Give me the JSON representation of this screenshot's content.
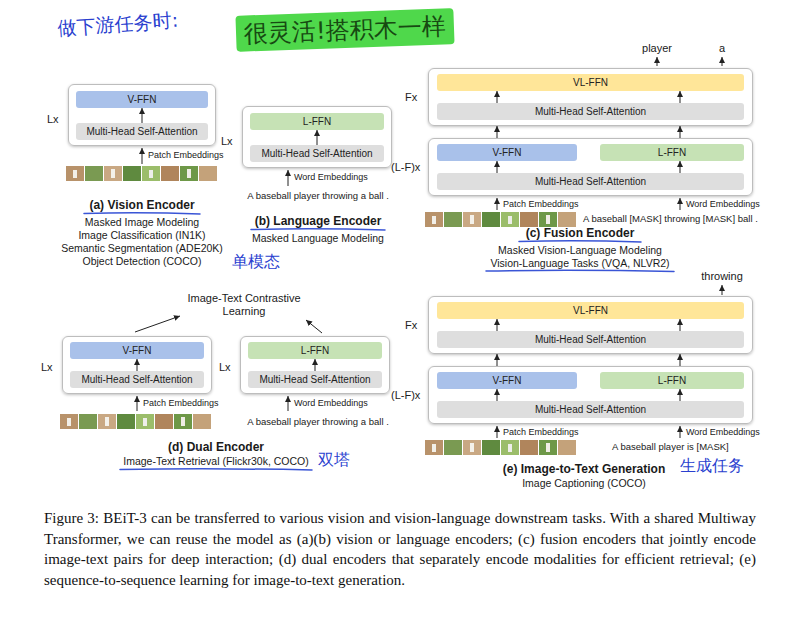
{
  "diagram": {
    "caption": "Figure 3: BEiT-3 can be transferred to various vision and vision-language downstream tasks. With a shared Multiway Transformer, we can reuse the model as (a)(b) vision or language encoders; (c) fusion encoders that jointly encode image-text pairs for deep interaction; (d) dual encoders that separately encode modalities for efficient retrieval; (e) sequence-to-sequence learning for image-to-text generation.",
    "nodes": [
      {
        "text": [
          "Lx"
        ]
      },
      {
        "text": [
          "V-FFN"
        ],
        "in": 0
      },
      {
        "text": [
          "Multi-Head Self-Attention"
        ],
        "in": 0
      },
      {
        "text": [
          "Lx"
        ]
      },
      {
        "text": [
          "L-FFN"
        ],
        "in": 3
      },
      {
        "text": [
          "Multi-Head Self-Attention"
        ],
        "in": 3
      },
      {
        "text": [
          "Fx"
        ]
      },
      {
        "text": [
          "VL-FFN"
        ],
        "in": 6
      },
      {
        "text": [
          "Multi-Head Self-Attention"
        ],
        "in": 6
      },
      {
        "text": [
          "(L-F)x"
        ]
      },
      {
        "text": [
          "V-FFN"
        ],
        "in": 9
      },
      {
        "text": [
          "L-FFN"
        ],
        "in": 9
      },
      {
        "text": [
          "Multi-Head Self-Attention"
        ],
        "in": 9
      },
      {
        "text": [
          "Lx"
        ]
      },
      {
        "text": [
          "V-FFN"
        ],
        "in": 13
      },
      {
        "text": [
          "Multi-Head Self-Attention"
        ],
        "in": 13
      },
      {
        "text": [
          "Lx"
        ]
      },
      {
        "text": [
          "L-FFN"
        ],
        "in": 16
      },
      {
        "text": [
          "Multi-Head Self-Attention"
        ],
        "in": 16
      },
      {
        "text": [
          "Fx"
        ]
      },
      {
        "text": [
          "VL-FFN"
        ],
        "in": 19
      },
      {
        "text": [
          "Multi-Head Self-Attention"
        ],
        "in": 19
      },
      {
        "text": [
          "(L-F)x"
        ]
      },
      {
        "text": [
          "V-FFN"
        ],
        "in": 22
      },
      {
        "text": [
          "L-FFN"
        ],
        "in": 22
      },
      {
        "text": [
          "Multi-Head Self-Attention"
        ],
        "in": 22
      }
    ],
    "edges": [
      {
        "from": 2,
        "to": 1,
        "arrow": "to"
      },
      {
        "from": 5,
        "to": 4,
        "arrow": "to"
      },
      {
        "from": 8,
        "to": 7,
        "arrow": "to"
      },
      {
        "from": 8,
        "to": 7,
        "arrow": "to"
      },
      {
        "from": 9,
        "to": 6,
        "arrow": "to"
      },
      {
        "from": 9,
        "to": 6,
        "arrow": "to"
      },
      {
        "from": 12,
        "to": 10,
        "arrow": "to"
      },
      {
        "from": 12,
        "to": 11,
        "arrow": "to"
      },
      {
        "from": 15,
        "to": 14,
        "arrow": "to"
      },
      {
        "from": 18,
        "to": 17,
        "arrow": "to"
      },
      {
        "from": 21,
        "to": 20,
        "arrow": "to"
      },
      {
        "from": 21,
        "to": 20,
        "arrow": "to"
      },
      {
        "from": 22,
        "to": 19,
        "arrow": "to"
      },
      {
        "from": 22,
        "to": 19,
        "arrow": "to"
      },
      {
        "from": 25,
        "to": 23,
        "arrow": "to"
      },
      {
        "from": 25,
        "to": 24,
        "arrow": "to"
      }
    ],
    "labels": [
      "做下游任务时:",
      "很灵活!搭积木一样",
      "player",
      "a",
      "Patch Embeddings",
      "(a) Vision Encoder",
      "Masked Image Modeling",
      "Image Classification (IN1K)",
      "Semantic Segmentation (ADE20K)",
      "Object Detection (COCO)",
      "单模态",
      "Word Embeddings",
      "A baseball player throwing a ball .",
      "(b) Language Encoder",
      "Masked Language Modeling",
      "Patch Embeddings",
      "Word Embeddings",
      "A baseball [MASK] throwing [MASK] ball .",
      "(c) Fusion Encoder",
      "Masked Vision-Language Modeling",
      "Vision-Language Tasks (VQA, NLVR2)",
      "Image-Text Contrastive Learning",
      "throwing",
      "Patch Embeddings",
      "Word Embeddings",
      "A baseball player throwing a ball .",
      "(d) Dual Encoder",
      "Image-Text Retrieval (Flickr30k, COCO)",
      "双塔",
      "Patch Embeddings",
      "Word Embeddings",
      "A baseball player is [MASK]",
      "(e) Image-to-Text Generation",
      "Image Captioning (COCO)",
      "生成任务"
    ]
  }
}
